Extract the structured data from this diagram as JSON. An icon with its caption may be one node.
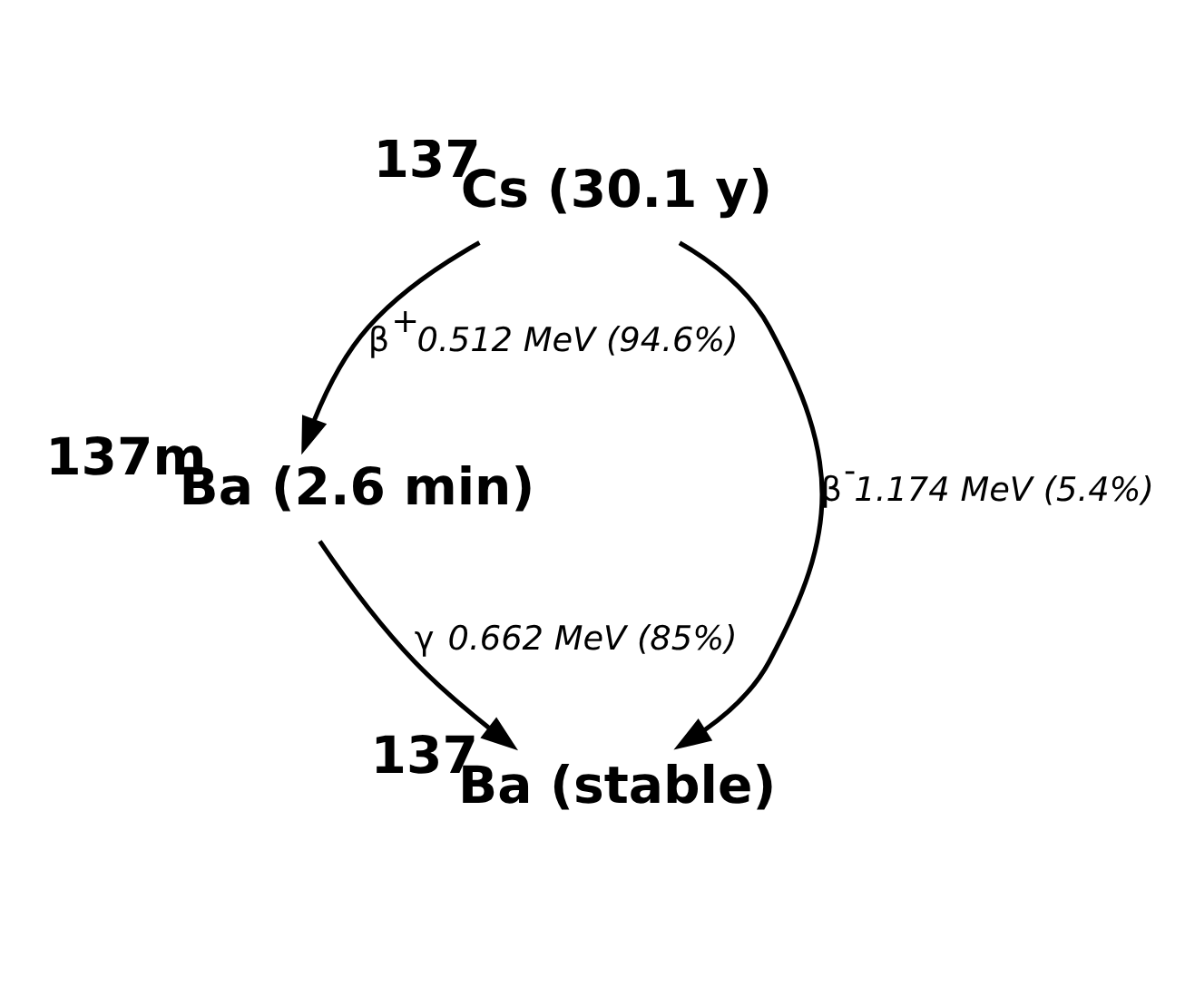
{
  "diagram": {
    "nodes": [
      {
        "text": [
          "$^{137}$Cs (30.1 y)"
        ]
      },
      {
        "text": [
          "$^{137m}$Ba (2.6 min)"
        ]
      },
      {
        "text": [
          "$^{137}$Ba (stable)"
        ]
      }
    ],
    "edges": [
      {
        "from": 0,
        "to": 1,
        "arrow": "to",
        "label": "β$^{+}$*0.512 MeV (94.6%)*"
      },
      {
        "from": 0,
        "to": 2,
        "arrow": "to",
        "label": "β$^{-}$*1.174 MeV (5.4%)*"
      },
      {
        "from": 1,
        "to": 2,
        "arrow": "to",
        "label": "γ *0.662 MeV (85%)*"
      }
    ]
  }
}
